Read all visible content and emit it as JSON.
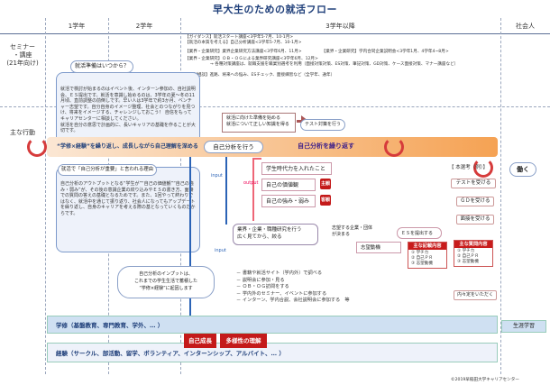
{
  "title": "早大生のための就活フロー",
  "columns": {
    "y1": "1学年",
    "y2": "2学年",
    "y3": "3学年以降",
    "soc": "社会人"
  },
  "rows": {
    "seminar": "セミナー\n・講座\n(21年向け)",
    "main": "主な行動"
  },
  "seminars": {
    "l1": "【ガイダンス】就活スタート講座<3学年5-7月、10-1月>",
    "l2": "【就活の本質を考える】自己分析講座<3学年5-7月、10-1月>",
    "l3a": "【業界・企業研究】業界企業研究方法講座<3学年6月、11月>",
    "l3b": "【業界・企業研究】学内合同企業説明会<3学年1月、4学年4~8月>",
    "l4a": "【業界・企業研究】ＯＢ・ＯＧによる業界研究講座<3学年6月、12月>",
    "l4b": "→ 各種対策講座は、就職支援を職業別選考を利用（面接対策対策、ES対策、筆記対策、GD対策、ケース面接対策、マナー講座など）",
    "l5": "【個別相談】進路、将来への悩み、ESチェック、面接練習など（全学年、通年）"
  },
  "q_title": "就活準備はいつから？",
  "q_text": "就活で検討が始まるのはイベント後、インターン参加の、自社説明会、ＥＳ提出です。就活を意識し始めるのは、3学年の夏～冬の11月頃、直前調整の前倒しです。早い人は3学年で約3か月、ベンチャー志望です。自分自身のイメージ整理、社会とのつながりを見つけ、将来をイメージする、チャレンジしておこう！ 自信をもってキャリアセンターに相談してください。",
  "g_text": "就活を自分の意思で計画的に、長いキャリアの基礎を作ることが大切です。",
  "bar": {
    "left": "“学修×経験”を繰り返し、成長しながら自己理解を深める",
    "center": "自己分析を行う",
    "right": "自己分析を繰り返す"
  },
  "midq": "就活で「自己分析が重要」と言われる理由",
  "midtext": "自己分析のアウトプットとなる“学生が”“自己の価値観”“自己の強み・弱み”が、その後の意識企業の絞り込みやＥＳの書き方、面接での質問の答えの基礎となるためです。また、1回やって終わりではなく、就活中を通じて振り返り、社会人になってもアップデートを繰り返し、自身のキャリアを考える際の基となっていくものだからです。",
  "tf": "就活に向けた準備を始める\n就活について正しい知識を得る",
  "test": "テスト対策を行う",
  "flow": {
    "f1": "学生時代力を入れたこと",
    "f2": "自己の価値観",
    "f3": "自己の強み・弱み",
    "b1": "主観",
    "b2": "客観"
  },
  "input": "input",
  "output": "output",
  "research": "業界・企業・職種研究を行う\n広く見てから、絞る",
  "apply": "志望する企業・団体\nが決まる",
  "es": "ＥＳを提出する",
  "motive": "志望動機",
  "honsen": "【 本選考（例）】",
  "steps": [
    "テストを受ける",
    "ＧＤを受ける",
    "面接を受ける"
  ],
  "naitei": "内々定をいただく",
  "work": "働く",
  "redlist1": {
    "title": "主な記載内容",
    "items": [
      "① 学チカ",
      "② 自己ＰＲ",
      "③ 志望動機"
    ]
  },
  "redlist2": {
    "title": "主な質問内容",
    "items": [
      "① 学チカ",
      "② 自己ＰＲ",
      "③ 志望動機"
    ]
  },
  "methods": [
    "書籍や就活サイト（学内外）で調べる",
    "説明会に参加・見る",
    "ＯＢ・ＯＧ訪問をする",
    "学内外のセミナー、イベントに参加する",
    "インターン、学内合説、会社説明会に参加する　等"
  ],
  "callout": "自己分析のインプットは、\nこれまでの学生生活で蓄積した\n“学修×経験”に起因します",
  "gakushu": "学修（基盤教育、専門教育、学外、… ）",
  "keiken": "経験（サークル、部活動、留学、ボランティア、インターンシップ、アルバイト、… ）",
  "growth": "自己成長",
  "diversity": "多様性の理解",
  "lifelong": "生涯学習",
  "footer": "©2019早稲田大学キャリアセンター"
}
